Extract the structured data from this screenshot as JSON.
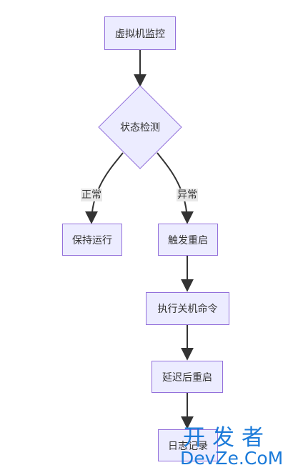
{
  "nodes": {
    "vm_monitor": "虚拟机监控",
    "status_check": "状态检测",
    "keep_running": "保持运行",
    "trigger_restart": "触发重启",
    "exec_shutdown": "执行关机命令",
    "delay_restart": "延迟后重启",
    "log_record": "日志记录"
  },
  "edges": {
    "normal": "正常",
    "abnormal": "异常"
  },
  "colors": {
    "node_fill": "#ececff",
    "node_border": "#9370db",
    "edge": "#333333",
    "label_bg": "#e8e8e8",
    "watermark": "#1a7ad9"
  },
  "watermark": {
    "line1": "开发者",
    "line2": "DevZe.CoM"
  }
}
